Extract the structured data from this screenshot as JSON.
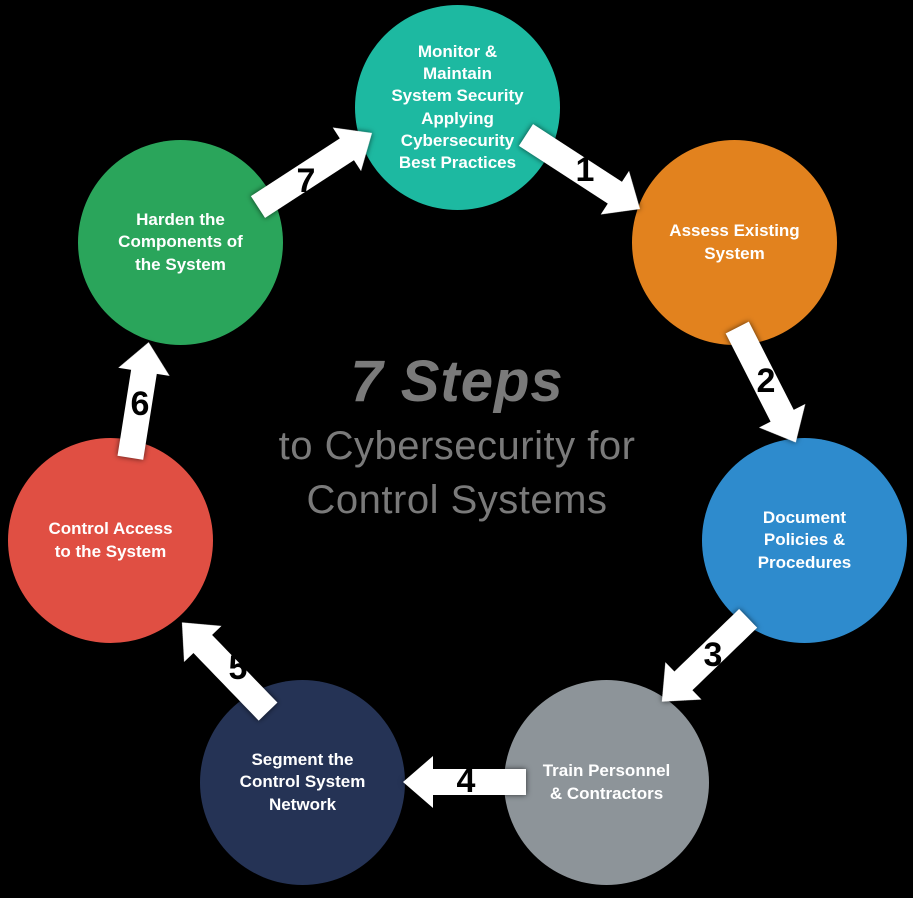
{
  "title": {
    "heading": "7 Steps",
    "subheading_line1": "to Cybersecurity for",
    "subheading_line2": "Control Systems",
    "text_color": "#7a7a7a"
  },
  "steps": [
    {
      "number": "1",
      "label": "Assess Existing\nSystem",
      "color": "#e2821e",
      "position": "top-right"
    },
    {
      "number": "2",
      "label": "Document\nPolicies &\nProcedures",
      "color": "#2e8bcd",
      "position": "right"
    },
    {
      "number": "3",
      "label": "Train Personnel\n& Contractors",
      "color": "#8d9499",
      "position": "bottom-right"
    },
    {
      "number": "4",
      "label": "Segment the\nControl System\nNetwork",
      "color": "#253355",
      "position": "bottom-left"
    },
    {
      "number": "5",
      "label": "Control Access\nto the System",
      "color": "#e04f43",
      "position": "left"
    },
    {
      "number": "6",
      "label": "Harden the\nComponents of\nthe System",
      "color": "#2aa55b",
      "position": "top-left"
    },
    {
      "number": "7",
      "label": "Monitor &\nMaintain\nSystem Security\nApplying\nCybersecurity\nBest Practices",
      "color": "#1db9a1",
      "position": "top"
    }
  ],
  "arrows": [
    {
      "number": "1",
      "from_step": "7",
      "to_step": "1"
    },
    {
      "number": "2",
      "from_step": "1",
      "to_step": "2"
    },
    {
      "number": "3",
      "from_step": "2",
      "to_step": "3"
    },
    {
      "number": "4",
      "from_step": "3",
      "to_step": "4"
    },
    {
      "number": "5",
      "from_step": "4",
      "to_step": "5"
    },
    {
      "number": "6",
      "from_step": "5",
      "to_step": "6"
    },
    {
      "number": "7",
      "from_step": "6",
      "to_step": "7"
    }
  ],
  "arrow_color": "#ffffff",
  "number_color": "#000000",
  "background_color": "#000000"
}
